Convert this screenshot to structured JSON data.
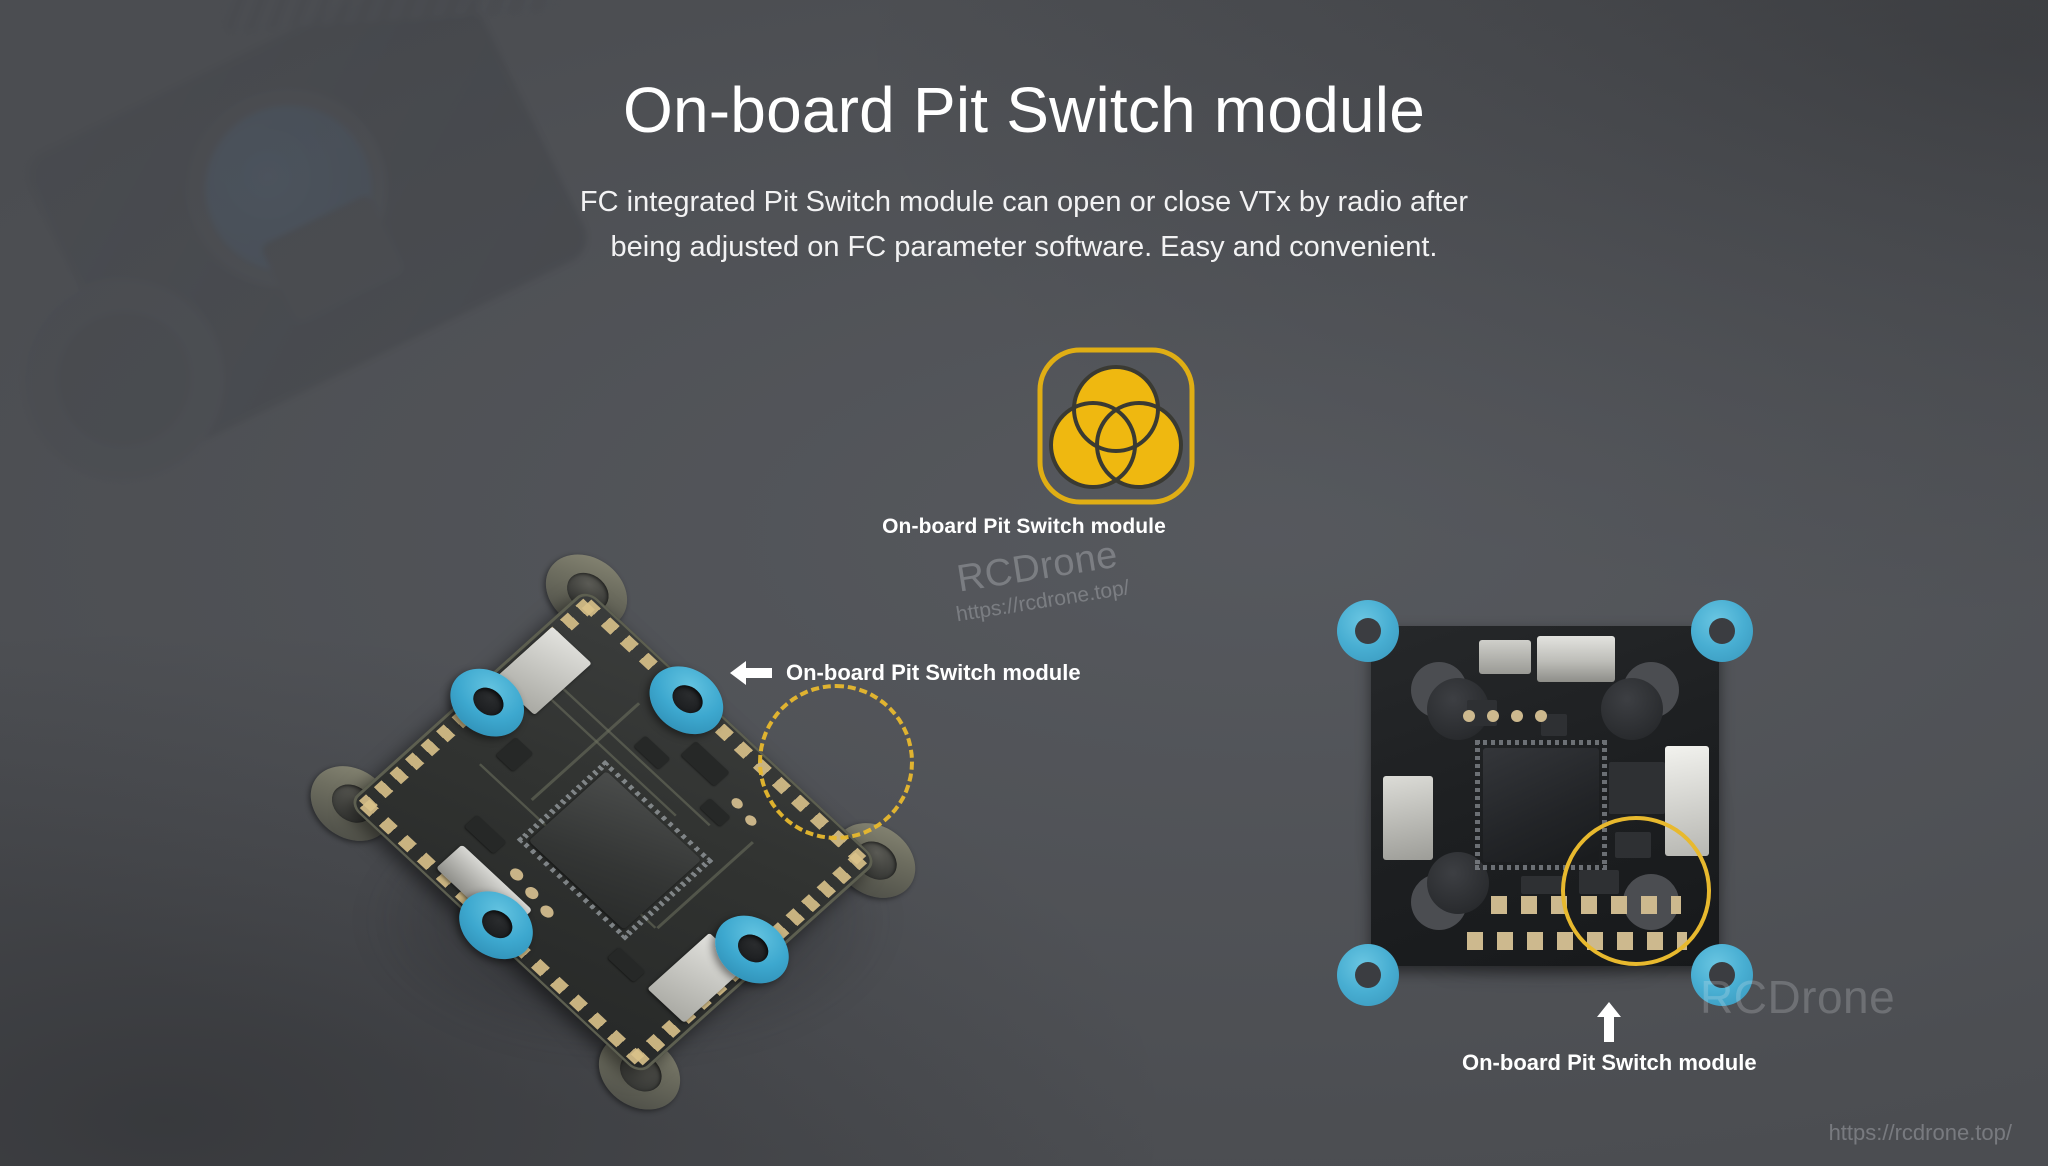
{
  "page": {
    "background_color": "#4b4d51",
    "accent_yellow": "#efb810",
    "accent_teal": "#48aed2",
    "text_color": "#ffffff"
  },
  "header": {
    "title": "On-board Pit Switch module",
    "subtitle_line1": "FC integrated Pit Switch module can open or close VTx by radio after",
    "subtitle_line2": "being adjusted on FC parameter software. Easy and convenient."
  },
  "feature_icon": {
    "name": "three-overlapping-circles-icon",
    "caption": "On-board Pit Switch module",
    "fill_color": "#efb810",
    "border_color": "#e0ae14"
  },
  "annotations": {
    "left_board": {
      "arrow": "arrow-left-icon",
      "label": "On-board Pit Switch module"
    },
    "right_board": {
      "arrow": "arrow-up-icon",
      "label": "On-board Pit Switch module"
    }
  },
  "watermarks": {
    "center_brand": "RCDrone",
    "center_url": "https://rcdrone.top/",
    "right_brand": "RCDrone",
    "bottom_url": "https://rcdrone.top/"
  }
}
